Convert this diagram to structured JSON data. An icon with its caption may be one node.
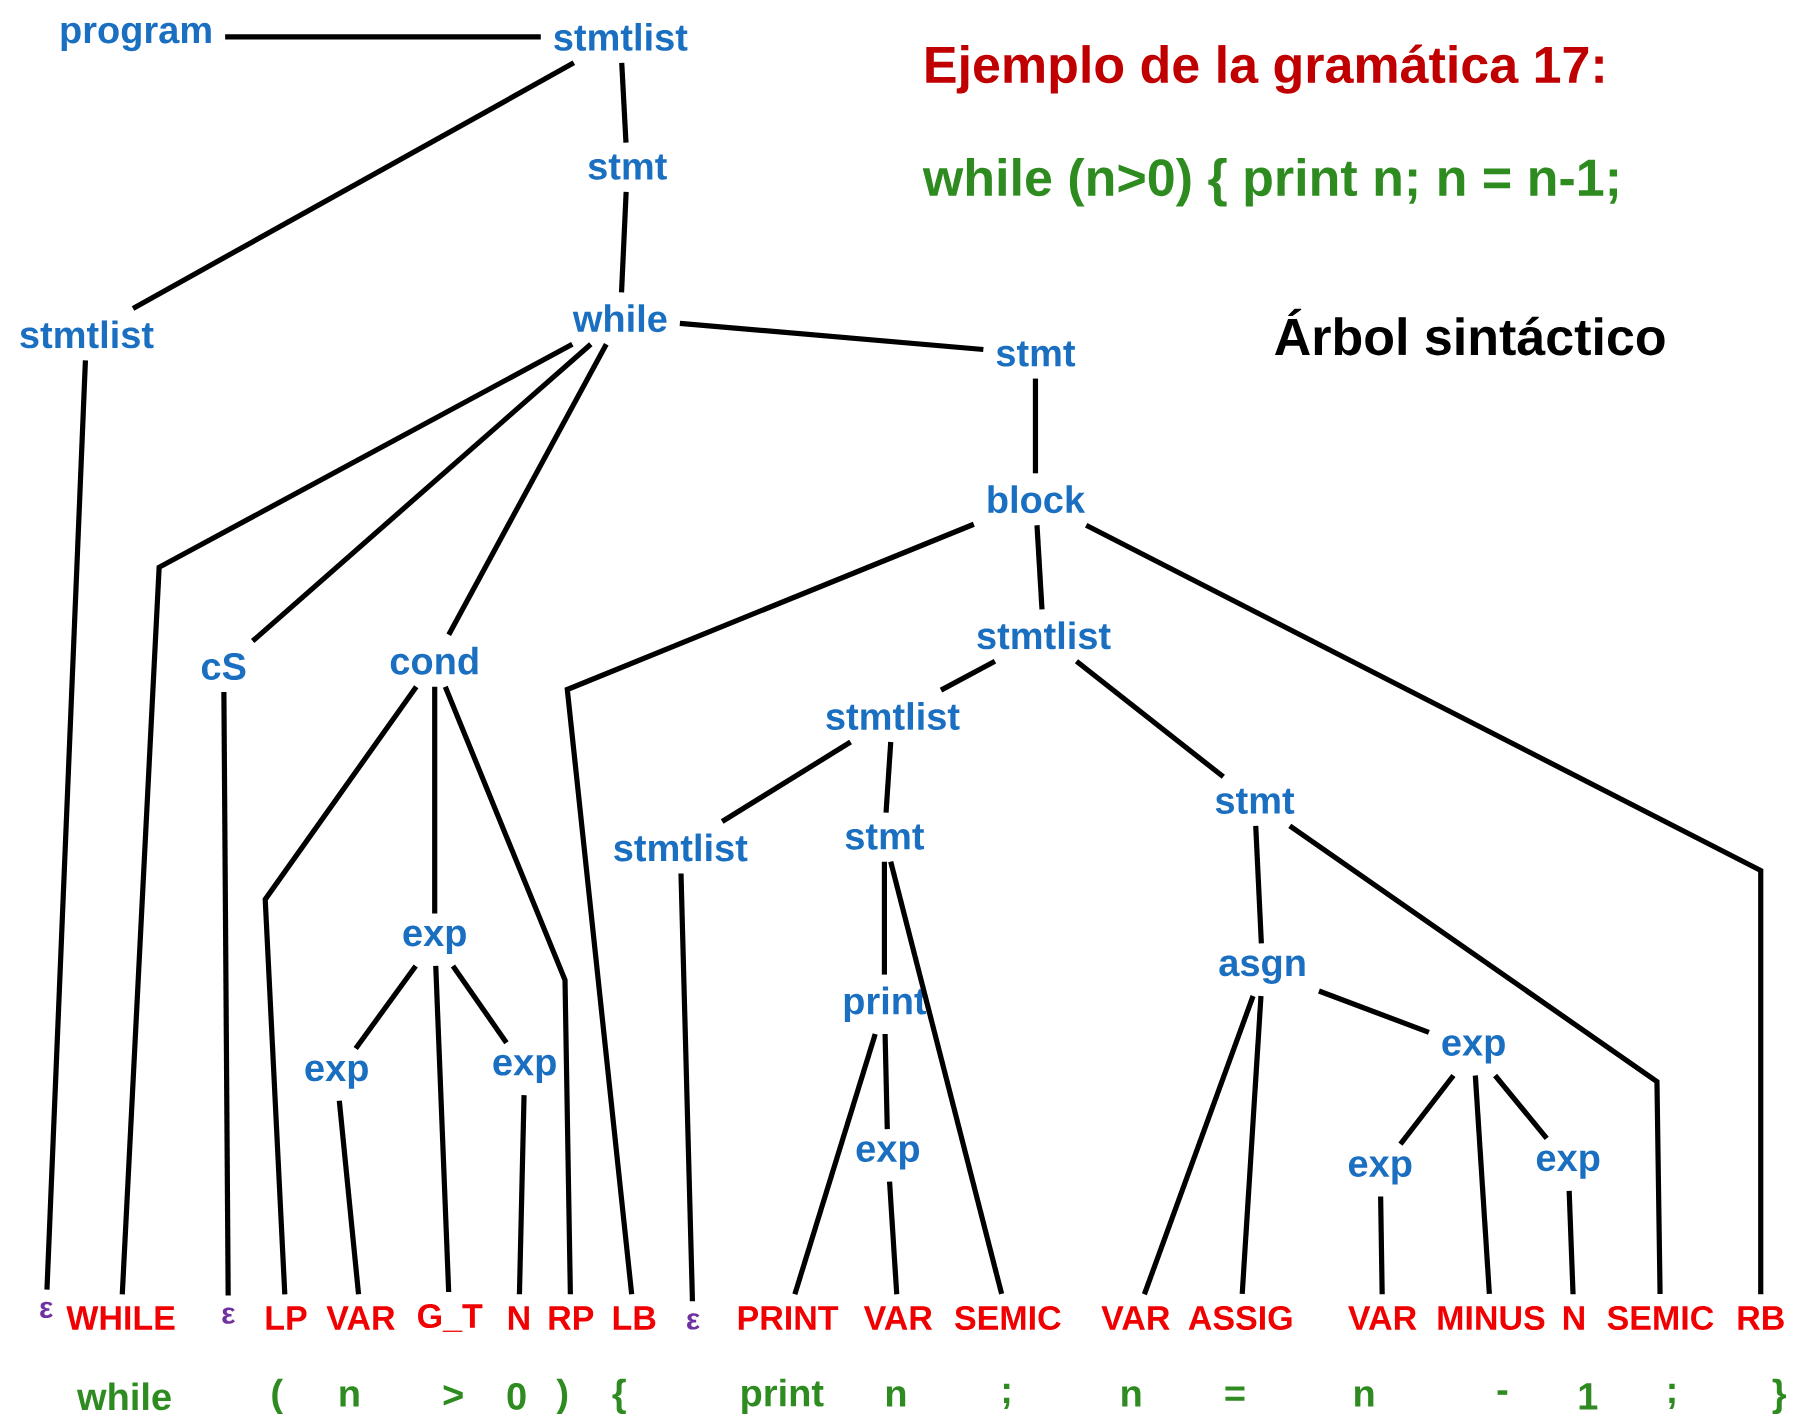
{
  "diagram": {
    "title": "Ejemplo de la gramática 17:",
    "nodes": [
      {
        "text": [
          "program"
        ]
      },
      {
        "text": [
          "stmtlist"
        ]
      },
      {
        "text": [
          "stmt"
        ]
      },
      {
        "text": [
          "stmtlist"
        ]
      },
      {
        "text": [
          "while"
        ]
      },
      {
        "text": [
          "stmt"
        ]
      },
      {
        "text": [
          "block"
        ]
      },
      {
        "text": [
          "cS"
        ]
      },
      {
        "text": [
          "cond"
        ]
      },
      {
        "text": [
          "stmtlist"
        ]
      },
      {
        "text": [
          "stmtlist"
        ]
      },
      {
        "text": [
          "stmt"
        ]
      },
      {
        "text": [
          "stmtlist"
        ]
      },
      {
        "text": [
          "stmt"
        ]
      },
      {
        "text": [
          "exp"
        ]
      },
      {
        "text": [
          "asgn"
        ]
      },
      {
        "text": [
          "print"
        ]
      },
      {
        "text": [
          "exp"
        ]
      },
      {
        "text": [
          "exp"
        ]
      },
      {
        "text": [
          "exp"
        ]
      },
      {
        "text": [
          "exp"
        ]
      },
      {
        "text": [
          "exp"
        ]
      },
      {
        "text": [
          "exp"
        ]
      },
      {
        "text": [
          "ε"
        ]
      },
      {
        "text": [
          "WHILE"
        ]
      },
      {
        "text": [
          "ε"
        ]
      },
      {
        "text": [
          "LP"
        ]
      },
      {
        "text": [
          "VAR"
        ]
      },
      {
        "text": [
          "G_T"
        ]
      },
      {
        "text": [
          "N"
        ]
      },
      {
        "text": [
          "RP"
        ]
      },
      {
        "text": [
          "LB"
        ]
      },
      {
        "text": [
          "ε"
        ]
      },
      {
        "text": [
          "PRINT"
        ]
      },
      {
        "text": [
          "VAR"
        ]
      },
      {
        "text": [
          "SEMIC"
        ]
      },
      {
        "text": [
          "VAR"
        ]
      },
      {
        "text": [
          "ASSIG"
        ]
      },
      {
        "text": [
          "VAR"
        ]
      },
      {
        "text": [
          "MINUS"
        ]
      },
      {
        "text": [
          "N"
        ]
      },
      {
        "text": [
          "SEMIC"
        ]
      },
      {
        "text": [
          "RB"
        ]
      }
    ],
    "edges": [
      {
        "from": 0,
        "to": 1,
        "arrow": "none"
      },
      {
        "from": 1,
        "to": 2,
        "arrow": "none"
      },
      {
        "from": 1,
        "to": 3,
        "arrow": "none"
      },
      {
        "from": 2,
        "to": 4,
        "arrow": "none"
      },
      {
        "from": 3,
        "to": 23,
        "arrow": "none"
      },
      {
        "from": 4,
        "to": 24,
        "arrow": "none"
      },
      {
        "from": 4,
        "to": 7,
        "arrow": "none"
      },
      {
        "from": 4,
        "to": 8,
        "arrow": "none"
      },
      {
        "from": 4,
        "to": 5,
        "arrow": "none"
      },
      {
        "from": 5,
        "to": 6,
        "arrow": "none"
      },
      {
        "from": 6,
        "to": 31,
        "arrow": "none"
      },
      {
        "from": 6,
        "to": 9,
        "arrow": "none"
      },
      {
        "from": 6,
        "to": 42,
        "arrow": "none"
      },
      {
        "from": 7,
        "to": 25,
        "arrow": "none"
      },
      {
        "from": 8,
        "to": 26,
        "arrow": "none"
      },
      {
        "from": 8,
        "to": 14,
        "arrow": "none"
      },
      {
        "from": 8,
        "to": 30,
        "arrow": "none"
      },
      {
        "from": 9,
        "to": 10,
        "arrow": "none"
      },
      {
        "from": 9,
        "to": 11,
        "arrow": "none"
      },
      {
        "from": 10,
        "to": 12,
        "arrow": "none"
      },
      {
        "from": 10,
        "to": 13,
        "arrow": "none"
      },
      {
        "from": 12,
        "to": 32,
        "arrow": "none"
      },
      {
        "from": 13,
        "to": 16,
        "arrow": "none"
      },
      {
        "from": 13,
        "to": 35,
        "arrow": "none"
      },
      {
        "from": 14,
        "to": 17,
        "arrow": "none"
      },
      {
        "from": 14,
        "to": 28,
        "arrow": "none"
      },
      {
        "from": 14,
        "to": 18,
        "arrow": "none"
      },
      {
        "from": 17,
        "to": 27,
        "arrow": "none"
      },
      {
        "from": 18,
        "to": 29,
        "arrow": "none"
      },
      {
        "from": 16,
        "to": 33,
        "arrow": "none"
      },
      {
        "from": 16,
        "to": 20,
        "arrow": "none"
      },
      {
        "from": 20,
        "to": 34,
        "arrow": "none"
      },
      {
        "from": 11,
        "to": 15,
        "arrow": "none"
      },
      {
        "from": 11,
        "to": 41,
        "arrow": "none"
      },
      {
        "from": 15,
        "to": 36,
        "arrow": "none"
      },
      {
        "from": 15,
        "to": 37,
        "arrow": "none"
      },
      {
        "from": 15,
        "to": 19,
        "arrow": "none"
      },
      {
        "from": 19,
        "to": 21,
        "arrow": "none"
      },
      {
        "from": 19,
        "to": 39,
        "arrow": "none"
      },
      {
        "from": 19,
        "to": 22,
        "arrow": "none"
      },
      {
        "from": 21,
        "to": 38,
        "arrow": "none"
      },
      {
        "from": 22,
        "to": 40,
        "arrow": "none"
      }
    ],
    "labels": [
      "while (n>0) { print n; n = n-1;",
      "Árbol sintáctico",
      "while",
      "(",
      "n",
      ">",
      "0",
      ")",
      "{",
      "print",
      "n",
      ";",
      "n",
      "=",
      "n",
      "-",
      "1",
      ";",
      "}"
    ]
  }
}
